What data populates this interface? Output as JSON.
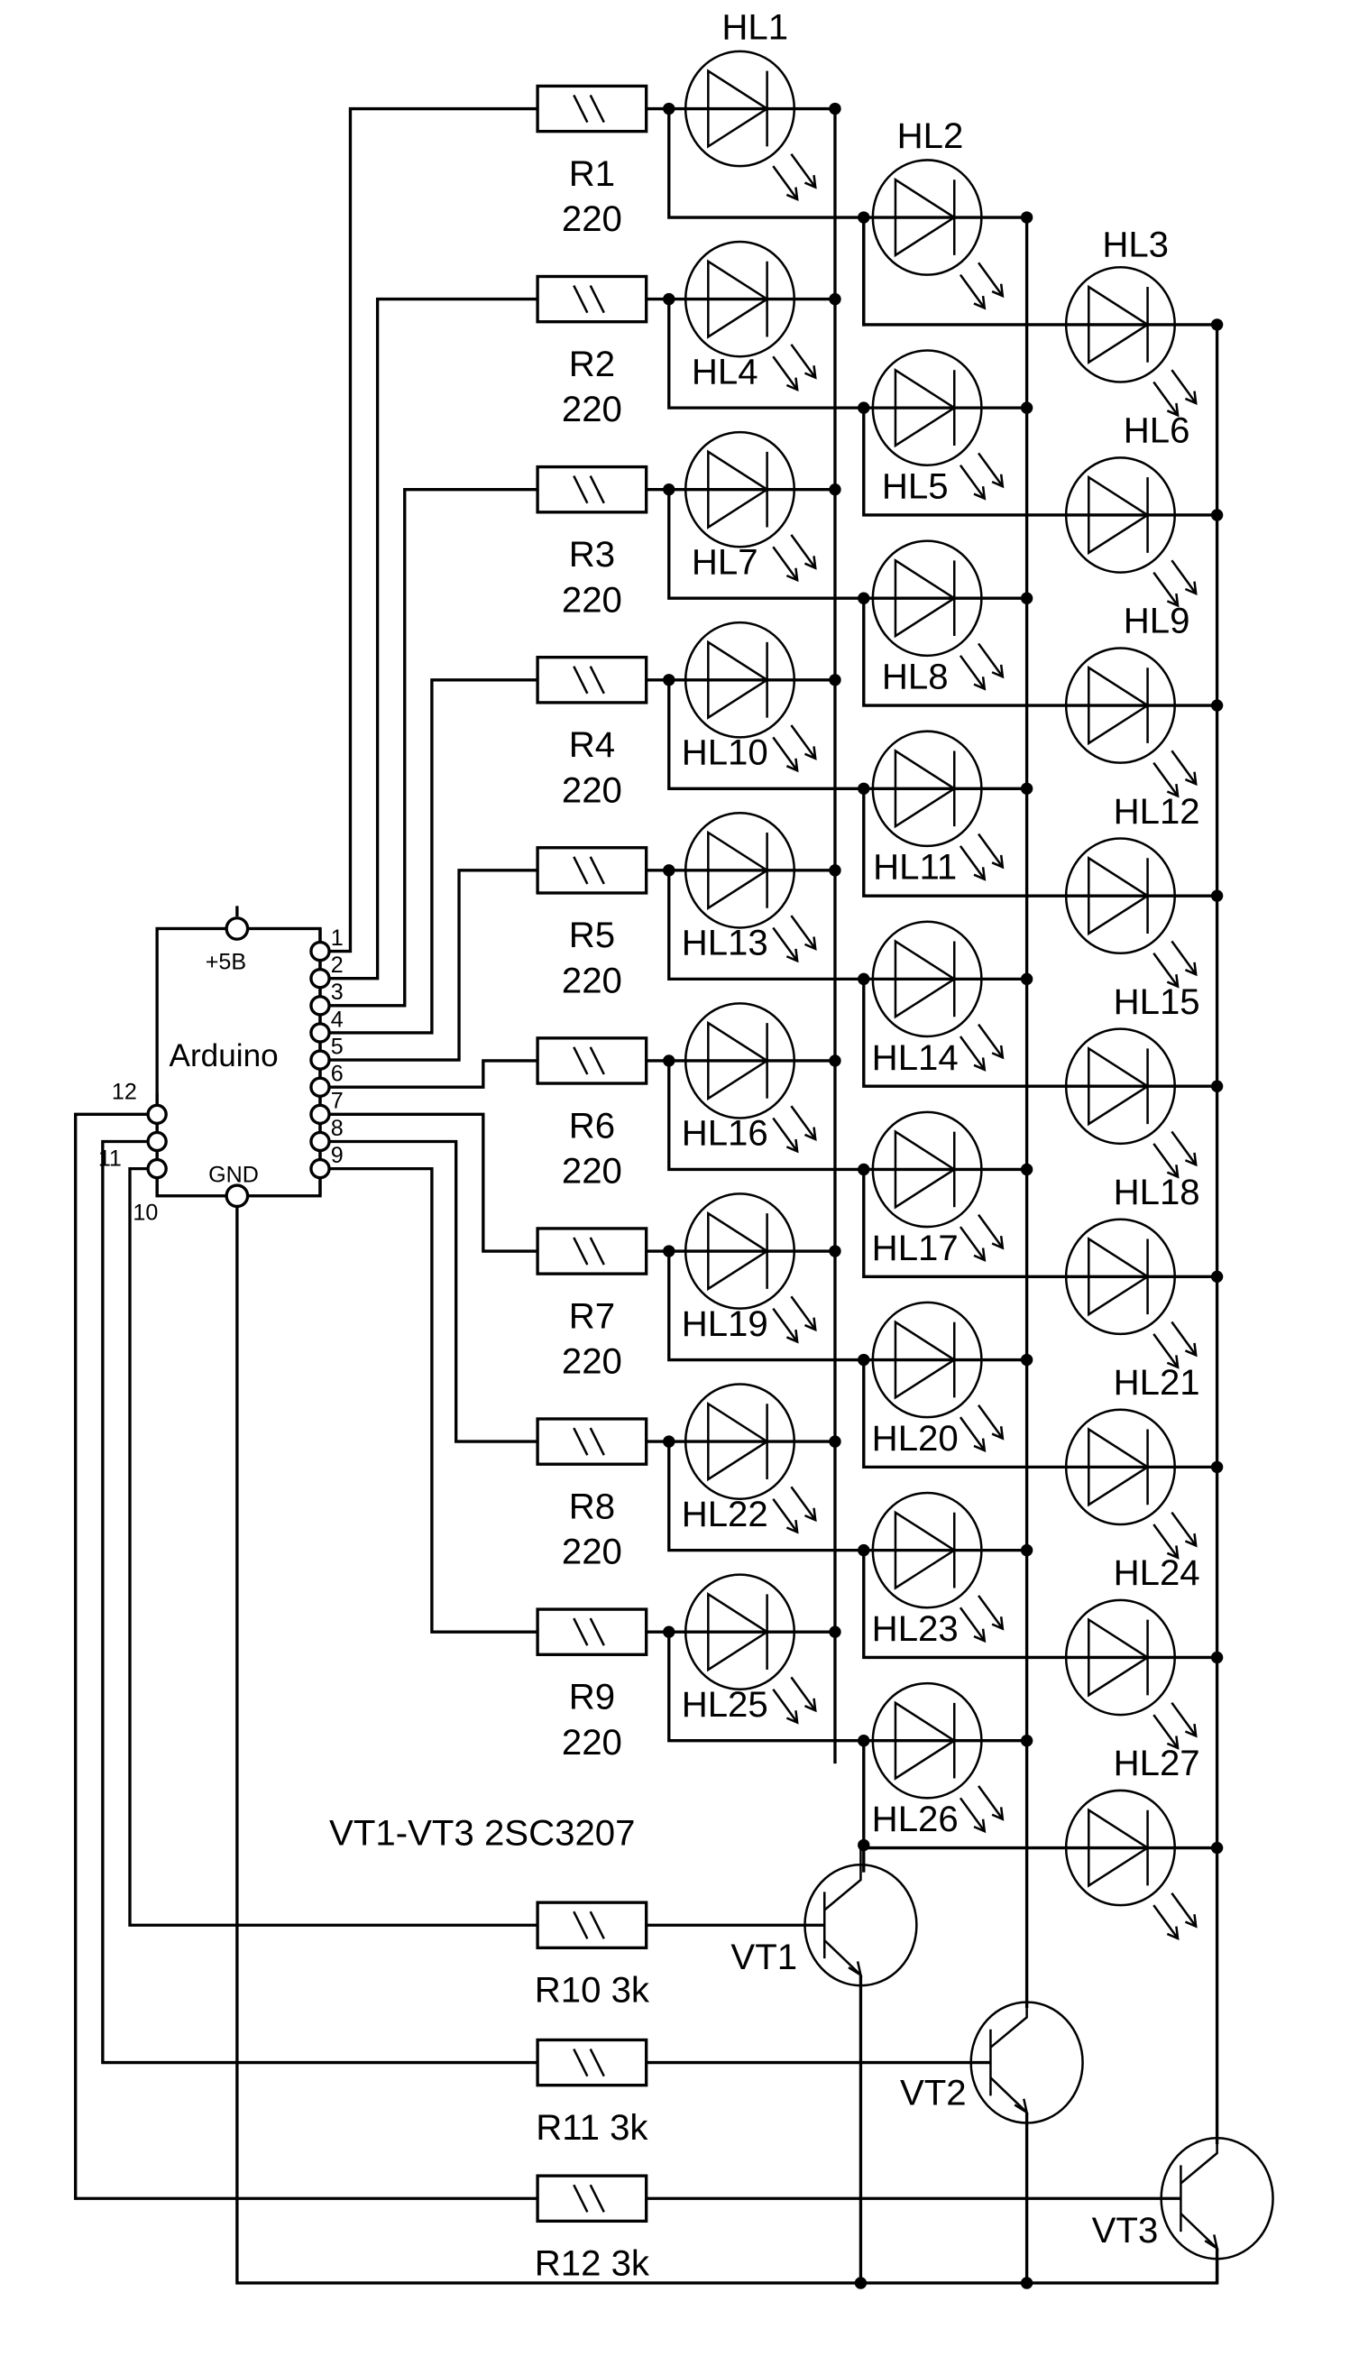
{
  "title": "Arduino 27-LED charlieplexed/matrix driver schematic",
  "arduino": {
    "label": "Arduino",
    "power_label": "+5B",
    "ground_label": "GND",
    "right_pins": [
      "1",
      "2",
      "3",
      "4",
      "5",
      "6",
      "7",
      "8",
      "9"
    ],
    "left_pins": [
      "12",
      "11",
      "10"
    ]
  },
  "row_resistors": [
    {
      "ref": "R1",
      "value": "220"
    },
    {
      "ref": "R2",
      "value": "220"
    },
    {
      "ref": "R3",
      "value": "220"
    },
    {
      "ref": "R4",
      "value": "220"
    },
    {
      "ref": "R5",
      "value": "220"
    },
    {
      "ref": "R6",
      "value": "220"
    },
    {
      "ref": "R7",
      "value": "220"
    },
    {
      "ref": "R8",
      "value": "220"
    },
    {
      "ref": "R9",
      "value": "220"
    }
  ],
  "leds": [
    [
      "HL1",
      "HL2",
      "HL3"
    ],
    [
      "HL4",
      "HL5",
      "HL6"
    ],
    [
      "HL7",
      "HL8",
      "HL9"
    ],
    [
      "HL10",
      "HL11",
      "HL12"
    ],
    [
      "HL13",
      "HL14",
      "HL15"
    ],
    [
      "HL16",
      "HL17",
      "HL18"
    ],
    [
      "HL19",
      "HL20",
      "HL21"
    ],
    [
      "HL22",
      "HL23",
      "HL24"
    ],
    [
      "HL25",
      "HL26",
      "HL27"
    ]
  ],
  "base_resistors": [
    {
      "ref": "R10",
      "value": "3k",
      "label": "R10  3k"
    },
    {
      "ref": "R11",
      "value": "3k",
      "label": "R11  3k"
    },
    {
      "ref": "R12",
      "value": "3k",
      "label": "R12  3k"
    }
  ],
  "transistors": [
    {
      "ref": "VT1"
    },
    {
      "ref": "VT2"
    },
    {
      "ref": "VT3"
    }
  ],
  "transistor_note": "VT1-VT3  2SC3207"
}
